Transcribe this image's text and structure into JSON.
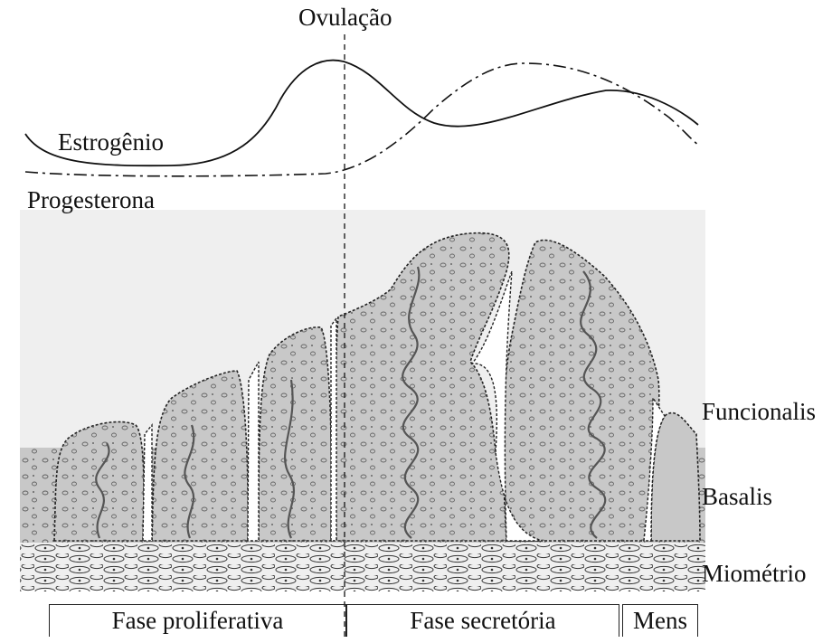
{
  "labels": {
    "ovulation": "Ovulação",
    "estrogen": "Estrogênio",
    "progesterone": "Progesterona",
    "functionalis": "Funcionalis",
    "basalis": "Basalis",
    "myometrium": "Miométrio"
  },
  "phases": [
    {
      "name": "Fase proliferativa"
    },
    {
      "name": "Fase secretória"
    },
    {
      "name": "Mens"
    }
  ],
  "colors": {
    "tissue": "#c8c8c8",
    "outline": "#222222",
    "background_band": "#ececec",
    "vessel": "#555555"
  }
}
